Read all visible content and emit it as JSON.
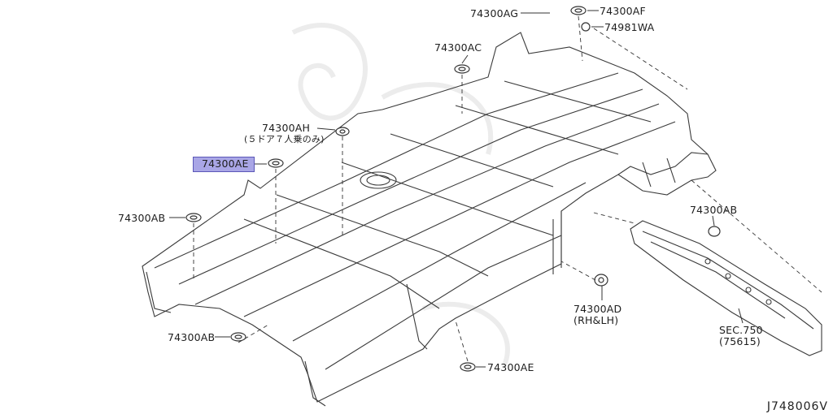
{
  "diagram": {
    "figure_code": "J748006V",
    "highlight_color": "#a9a6e6",
    "line_color": "#3a3a3a",
    "callouts": {
      "ag": "74300AG",
      "af": "74300AF",
      "wa": "74981WA",
      "ac": "74300AC",
      "ah": "74300AH",
      "ah_note": "(５ドア７人乗のみ)",
      "ae_hl": "74300AE",
      "ab_left": "74300AB",
      "ab_right": "74300AB",
      "ab_bottom": "74300AB",
      "ad": "74300AD",
      "ad_note": "(RH&LH)",
      "ae_bottom": "74300AE",
      "sec": "SEC.750",
      "sec_ref": "(75615)"
    }
  }
}
